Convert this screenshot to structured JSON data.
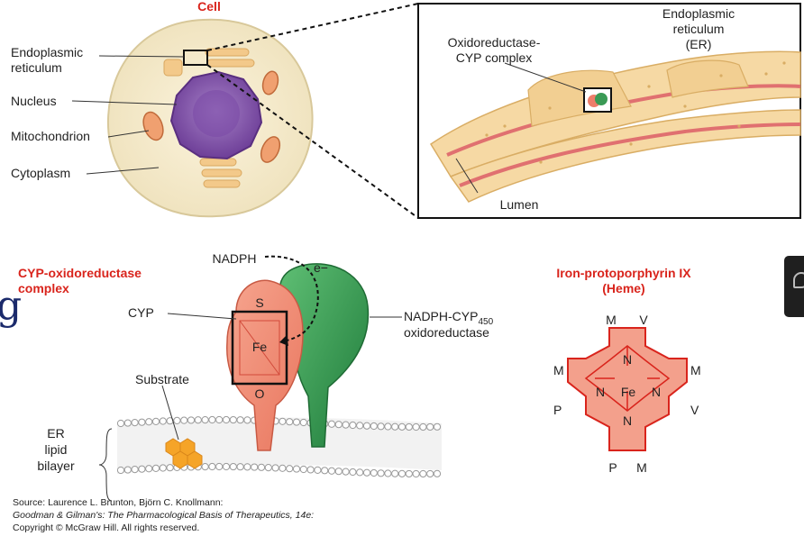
{
  "cell": {
    "title": "Cell",
    "labels": [
      "Endoplasmic",
      "reticulum",
      "Nucleus",
      "Mitochondrion",
      "Cytoplasm"
    ]
  },
  "er_panel": {
    "title_lines": [
      "Endoplasmic",
      "reticulum",
      "(ER)"
    ],
    "complex_lines": [
      "Oxidoreductase-",
      "CYP complex"
    ],
    "lumen": "Lumen"
  },
  "complex": {
    "title_lines": [
      "CYP-oxidoreductase",
      "complex"
    ],
    "nadph": "NADPH",
    "electron": "e−",
    "cyp": "CYP",
    "s": "S",
    "fe": "Fe",
    "o": "O",
    "substrate": "Substrate",
    "er_lines": [
      "ER",
      "lipid",
      "bilayer"
    ],
    "reductase_line1_prefix": "NADPH-CYP",
    "reductase_line1_sub": "450",
    "reductase_line2": "oxidoreductase"
  },
  "heme": {
    "title_lines": [
      "Iron-protoporphyrin IX",
      "(Heme)"
    ],
    "subs_top": [
      "M",
      "V"
    ],
    "subs_left": [
      "M",
      "P"
    ],
    "subs_right": [
      "M",
      "V"
    ],
    "subs_bottom": [
      "P",
      "M"
    ],
    "n": "N",
    "fe": "Fe"
  },
  "source_lines": [
    "Source: Laurence L. Brunton, Björn C. Knollmann:",
    "Goodman & Gilman's: The Pharmacological Basis of Therapeutics, 14e:",
    "Copyright © McGraw Hill. All rights reserved."
  ],
  "edge_glyph": "g",
  "colors": {
    "label_red": "#d9241c",
    "cyp": "#f08c78",
    "reductase": "#3a9a55",
    "er": "#f6d9a4",
    "nucleus": "#8a5bb0"
  }
}
